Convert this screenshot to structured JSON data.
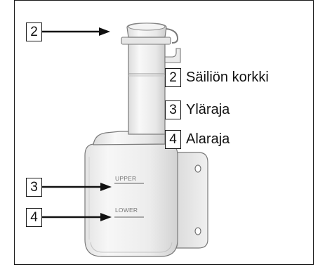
{
  "callouts": [
    {
      "number": "2"
    },
    {
      "number": "3"
    },
    {
      "number": "4"
    }
  ],
  "legend": [
    {
      "number": "2",
      "text": "Säiliön korkki"
    },
    {
      "number": "3",
      "text": "Yläraja"
    },
    {
      "number": "4",
      "text": "Alaraja"
    }
  ],
  "tank_markings": {
    "upper": "UPPER",
    "lower": "LOWER"
  }
}
